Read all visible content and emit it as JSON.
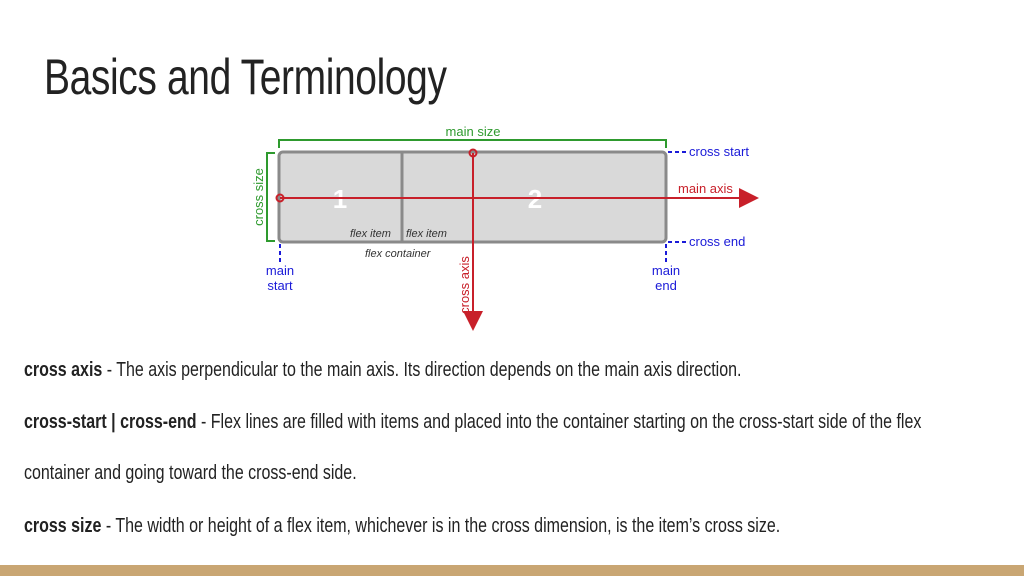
{
  "title": "Basics and Terminology",
  "diagram": {
    "main_size": "main size",
    "cross_size": "cross size",
    "cross_start": "cross start",
    "cross_end": "cross end",
    "main_axis": "main axis",
    "cross_axis": "cross axis",
    "item1_number": "1",
    "item2_number": "2",
    "flex_item_1": "flex item",
    "flex_item_2": "flex item",
    "flex_container": "flex container",
    "main_start": [
      "main",
      "start"
    ],
    "main_end": [
      "main",
      "end"
    ],
    "colors": {
      "size": "#2e9a2e",
      "axis": "#c8202a",
      "edge": "#1a1ad8",
      "container": "#d9d9d9",
      "item_number": "#ffffff"
    }
  },
  "definitions": [
    {
      "term": "cross axis",
      "text": " - The axis perpendicular to the main axis. Its direction depends on the main axis direction."
    },
    {
      "term": "cross-start | cross-end",
      "text": " - Flex lines are filled with items and placed into the container starting on the cross-start side of the flex container and going toward the cross-end side."
    },
    {
      "term": "cross size",
      "text": " - The width or height of a flex item, whichever is in the cross dimension, is the item’s cross size."
    }
  ],
  "accent_color": "#c9a673"
}
